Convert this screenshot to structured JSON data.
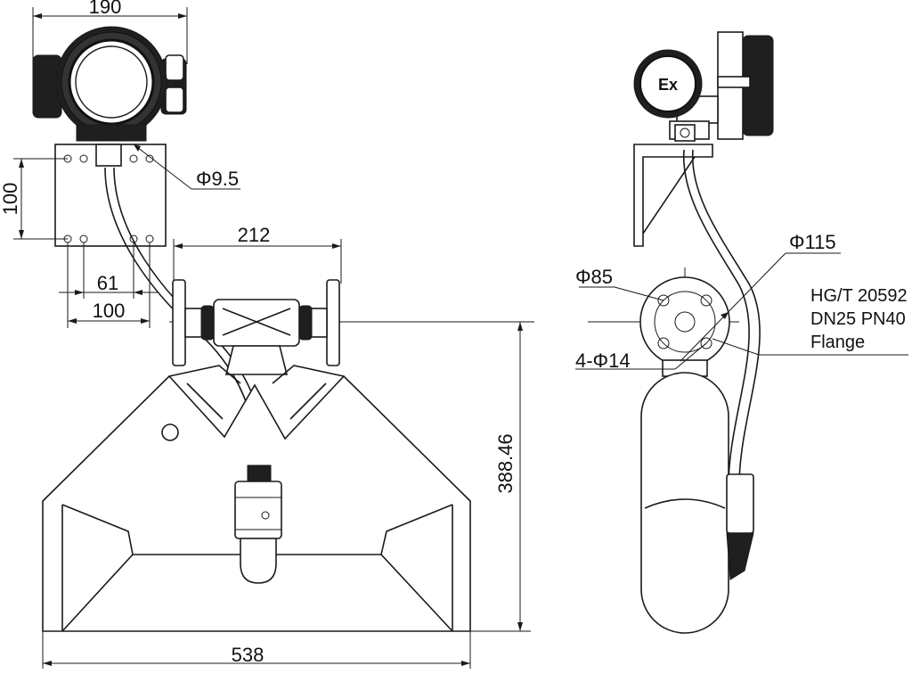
{
  "dimensions": {
    "d190": "190",
    "d100_height": "100",
    "d9_5": "Φ9.5",
    "d212": "212",
    "d61": "61",
    "d100_width": "100",
    "d388": "388.46",
    "d538": "538",
    "d115": "Φ115",
    "d85": "Φ85",
    "d4_14": "4-Φ14"
  },
  "flange_spec": {
    "line1": "HG/T 20592",
    "line2": "DN25 PN40",
    "line3": "Flange"
  },
  "marking": "Ex"
}
